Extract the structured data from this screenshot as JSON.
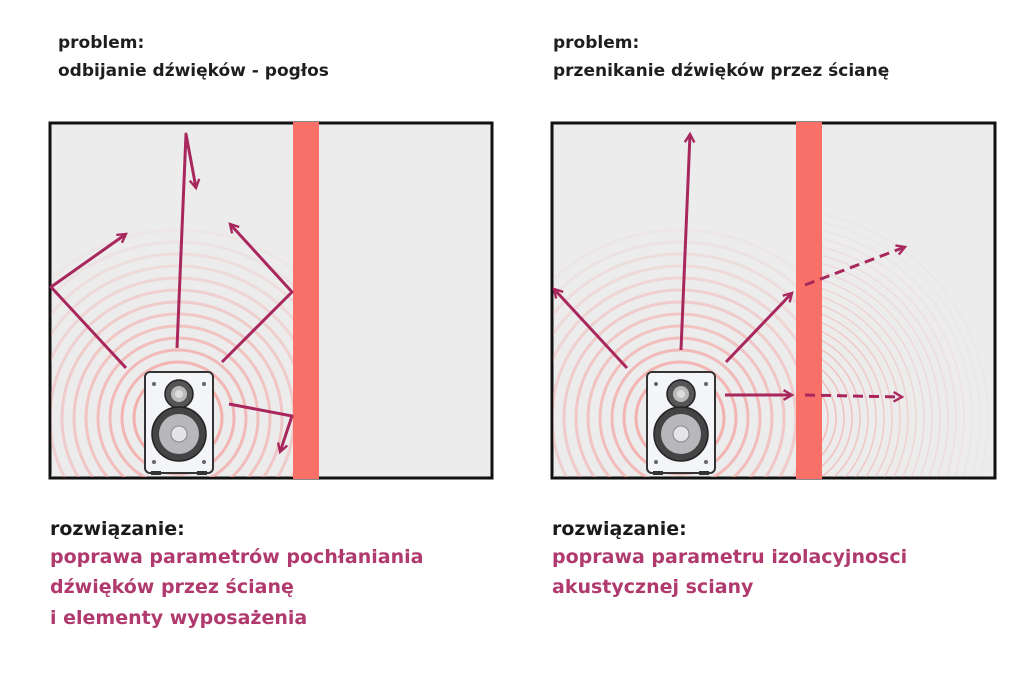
{
  "colors": {
    "arrow": "#a8285e",
    "wall": "#f87068",
    "room": "#ececec",
    "wave": "#f4a3a0",
    "accent_text": "#b03a6e"
  },
  "left_panel": {
    "problem_label": "problem:",
    "problem_text": "odbijanie dźwięków - pogłos",
    "solution_label": "rozwiązanie:",
    "solution_lines": [
      "poprawa parametrów pochłaniania",
      "dźwięków przez ścianę",
      "i elementy wyposażenia"
    ]
  },
  "right_panel": {
    "problem_label": "problem:",
    "problem_text": "przenikanie dźwięków przez ścianę",
    "solution_label": "rozwiązanie:",
    "solution_lines": [
      "poprawa parametru izolacyjnosci",
      "akustycznej sciany"
    ]
  }
}
